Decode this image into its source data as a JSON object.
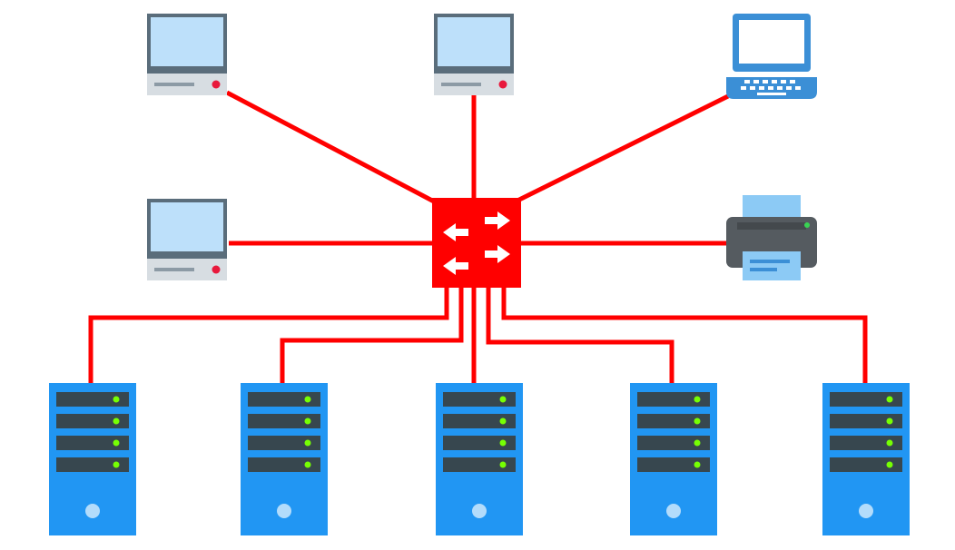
{
  "diagram": {
    "type": "network-topology",
    "colors": {
      "background": "#ffffff",
      "link": "#ff0000",
      "switch": "#ff0000",
      "switch_arrow": "#ffffff",
      "monitor_frame": "#5a6d7b",
      "monitor_screen": "#bde0fa",
      "desktop_base": "#d7dde2",
      "desktop_slot": "#8c9aa5",
      "desktop_led": "#e8193c",
      "laptop": "#3b8fd6",
      "laptop_screen": "#ffffff",
      "printer_body": "#555b60",
      "printer_paper": "#8ccaf5",
      "printer_led": "#39d353",
      "server_body": "#2196f3",
      "server_drive": "#37474f",
      "server_led": "#76ff03",
      "server_button": "#b3dcfb"
    },
    "nodes": [
      {
        "id": "desktop-top-left",
        "icon": "desktop-computer-icon"
      },
      {
        "id": "desktop-top-center",
        "icon": "desktop-computer-icon"
      },
      {
        "id": "laptop-top-right",
        "icon": "laptop-icon"
      },
      {
        "id": "desktop-middle-left",
        "icon": "desktop-computer-icon"
      },
      {
        "id": "printer-middle-right",
        "icon": "printer-icon"
      },
      {
        "id": "server-1",
        "icon": "server-icon"
      },
      {
        "id": "server-2",
        "icon": "server-icon"
      },
      {
        "id": "server-3",
        "icon": "server-icon"
      },
      {
        "id": "server-4",
        "icon": "server-icon"
      },
      {
        "id": "server-5",
        "icon": "server-icon"
      },
      {
        "id": "switch-hub",
        "icon": "network-switch-icon"
      }
    ],
    "links": [
      {
        "from": "switch-hub",
        "to": "desktop-top-left"
      },
      {
        "from": "switch-hub",
        "to": "desktop-top-center"
      },
      {
        "from": "switch-hub",
        "to": "laptop-top-right"
      },
      {
        "from": "switch-hub",
        "to": "desktop-middle-left"
      },
      {
        "from": "switch-hub",
        "to": "printer-middle-right"
      },
      {
        "from": "switch-hub",
        "to": "server-1"
      },
      {
        "from": "switch-hub",
        "to": "server-2"
      },
      {
        "from": "switch-hub",
        "to": "server-3"
      },
      {
        "from": "switch-hub",
        "to": "server-4"
      },
      {
        "from": "switch-hub",
        "to": "server-5"
      }
    ]
  }
}
